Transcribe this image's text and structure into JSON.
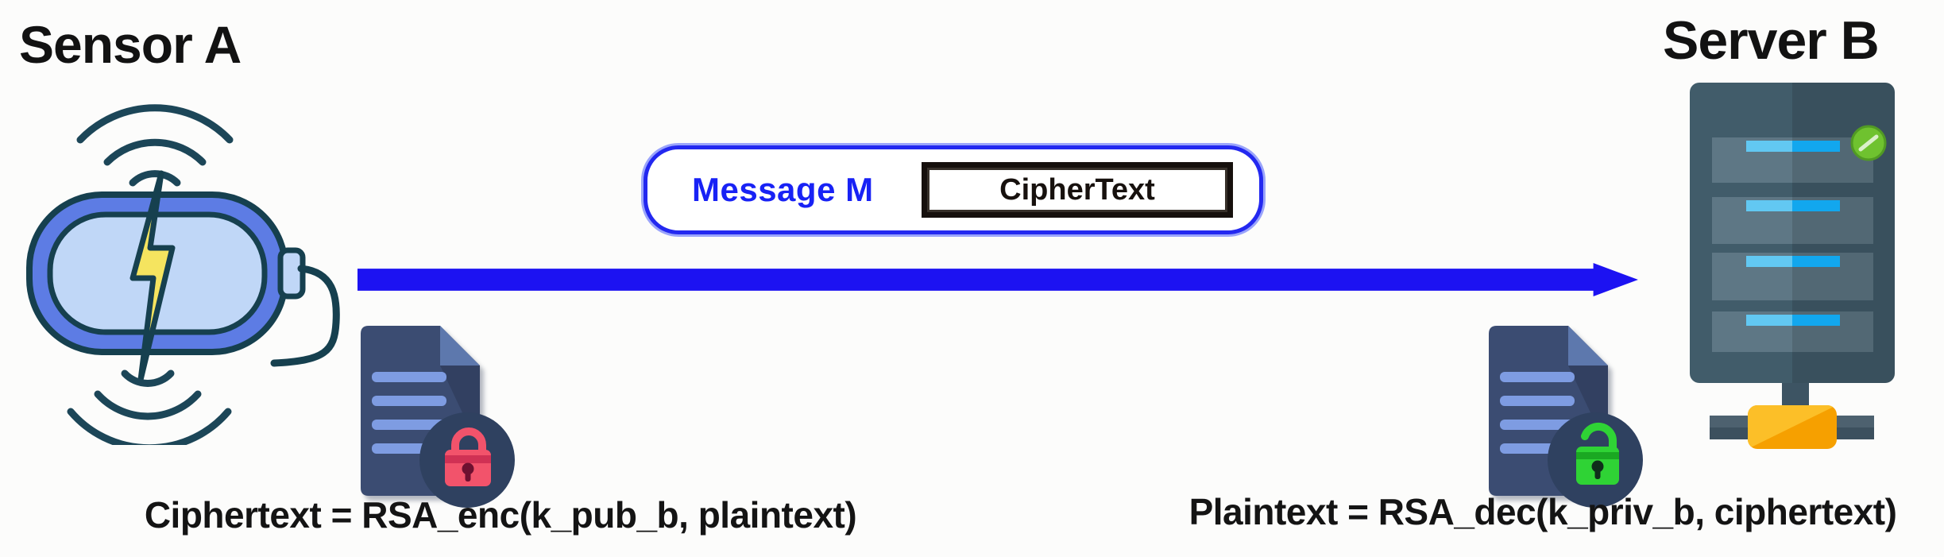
{
  "diagram": {
    "title_hint": "RSA encrypted message transfer between sensor and server",
    "background_color": "#fcfcfb",
    "sensor": {
      "label": "Sensor A",
      "icon": "wireless-battery-sensor-icon",
      "body_color": "#5d7ce4",
      "inner_color": "#c0d7f7",
      "bolt_color": "#f5e45f",
      "outline_color": "#16404f"
    },
    "server": {
      "label": "Server B",
      "icon": "server-tower-icon",
      "body_color": "#415c6a",
      "slot_color": "#5e7785",
      "bar_color": "#2eb7ef",
      "led_color": "#6fc22f",
      "switch_color": "#f6a000"
    },
    "message_box": {
      "label": "Message M",
      "payload": "CipherText",
      "border_color": "#2328f0",
      "label_color": "#1822f5",
      "payload_border_color": "#16100d"
    },
    "arrow": {
      "direction": "left-to-right",
      "color": "#1c12f2"
    },
    "encrypt_side": {
      "caption": "Ciphertext = RSA_enc(k_pub_b, plaintext)",
      "document_icon": "locked-document-icon",
      "document_color": "#3b4c72",
      "lock_state": "locked",
      "lock_color": "#f2536b"
    },
    "decrypt_side": {
      "caption": "Plaintext = RSA_dec(k_priv_b, ciphertext)",
      "document_icon": "unlocked-document-icon",
      "document_color": "#3b4c72",
      "lock_state": "unlocked",
      "lock_color": "#2fd335"
    }
  }
}
